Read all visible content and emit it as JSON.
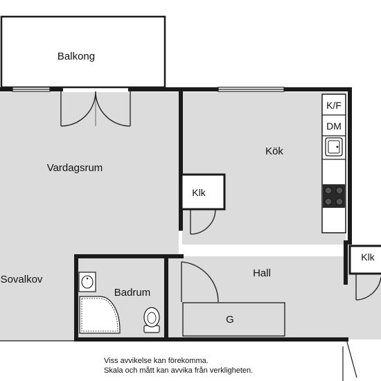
{
  "rooms": {
    "balcony": "Balkong",
    "living_room": "Vardagsrum",
    "kitchen": "Kök",
    "closet_kitchen": "Klk",
    "closet_entry": "Klk",
    "sleeping_alcove": "Sovalkov",
    "bathroom": "Badrum",
    "hall": "Hall",
    "wardrobe": "G"
  },
  "kitchen_fixtures": {
    "fridge_freezer": "K/F",
    "dishwasher": "DM",
    "sink_icon": "sink-icon",
    "stove_icon": "stove-icon"
  },
  "bathroom_fixtures": {
    "basin_icon": "basin-icon",
    "shower_icon": "shower-icon",
    "toilet_icon": "toilet-icon"
  },
  "disclaimer": {
    "line1": "Viss avvikelse kan förekomma.",
    "line2": "Skala och mått kan avvika från verkligheten."
  },
  "colors": {
    "floor": "#dcdcdc",
    "wall": "#1a1a1a",
    "background": "#ffffff"
  }
}
